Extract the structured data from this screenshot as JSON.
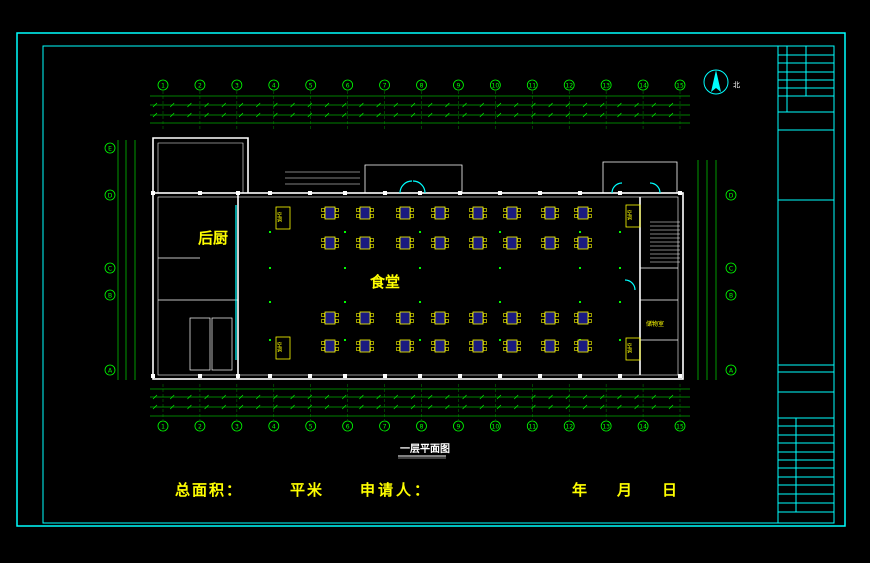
{
  "drawing": {
    "plan_title": "一层平面图",
    "room_kitchen": "后厨",
    "room_dining": "食堂",
    "room_ac_1": "空调",
    "room_ac_2": "空调",
    "room_ac_3": "空调",
    "room_ac_4": "空调",
    "room_storage": "储物室",
    "north_label": "北"
  },
  "footer": {
    "area_label": "总面积：",
    "unit": "平米",
    "applicant_label": "申请人：",
    "year": "年",
    "month": "月",
    "day": "日"
  },
  "axes": {
    "columns": [
      "1",
      "2",
      "3",
      "4",
      "5",
      "6",
      "7",
      "8",
      "9",
      "10",
      "11",
      "12",
      "13",
      "14",
      "15"
    ],
    "rows": [
      "E",
      "D",
      "C",
      "B",
      "A"
    ]
  },
  "colors": {
    "frame": "#00ffff",
    "wall": "#ffffff",
    "dimension": "#00ff00",
    "furniture": "#ffff00",
    "text": "#ffff00"
  }
}
